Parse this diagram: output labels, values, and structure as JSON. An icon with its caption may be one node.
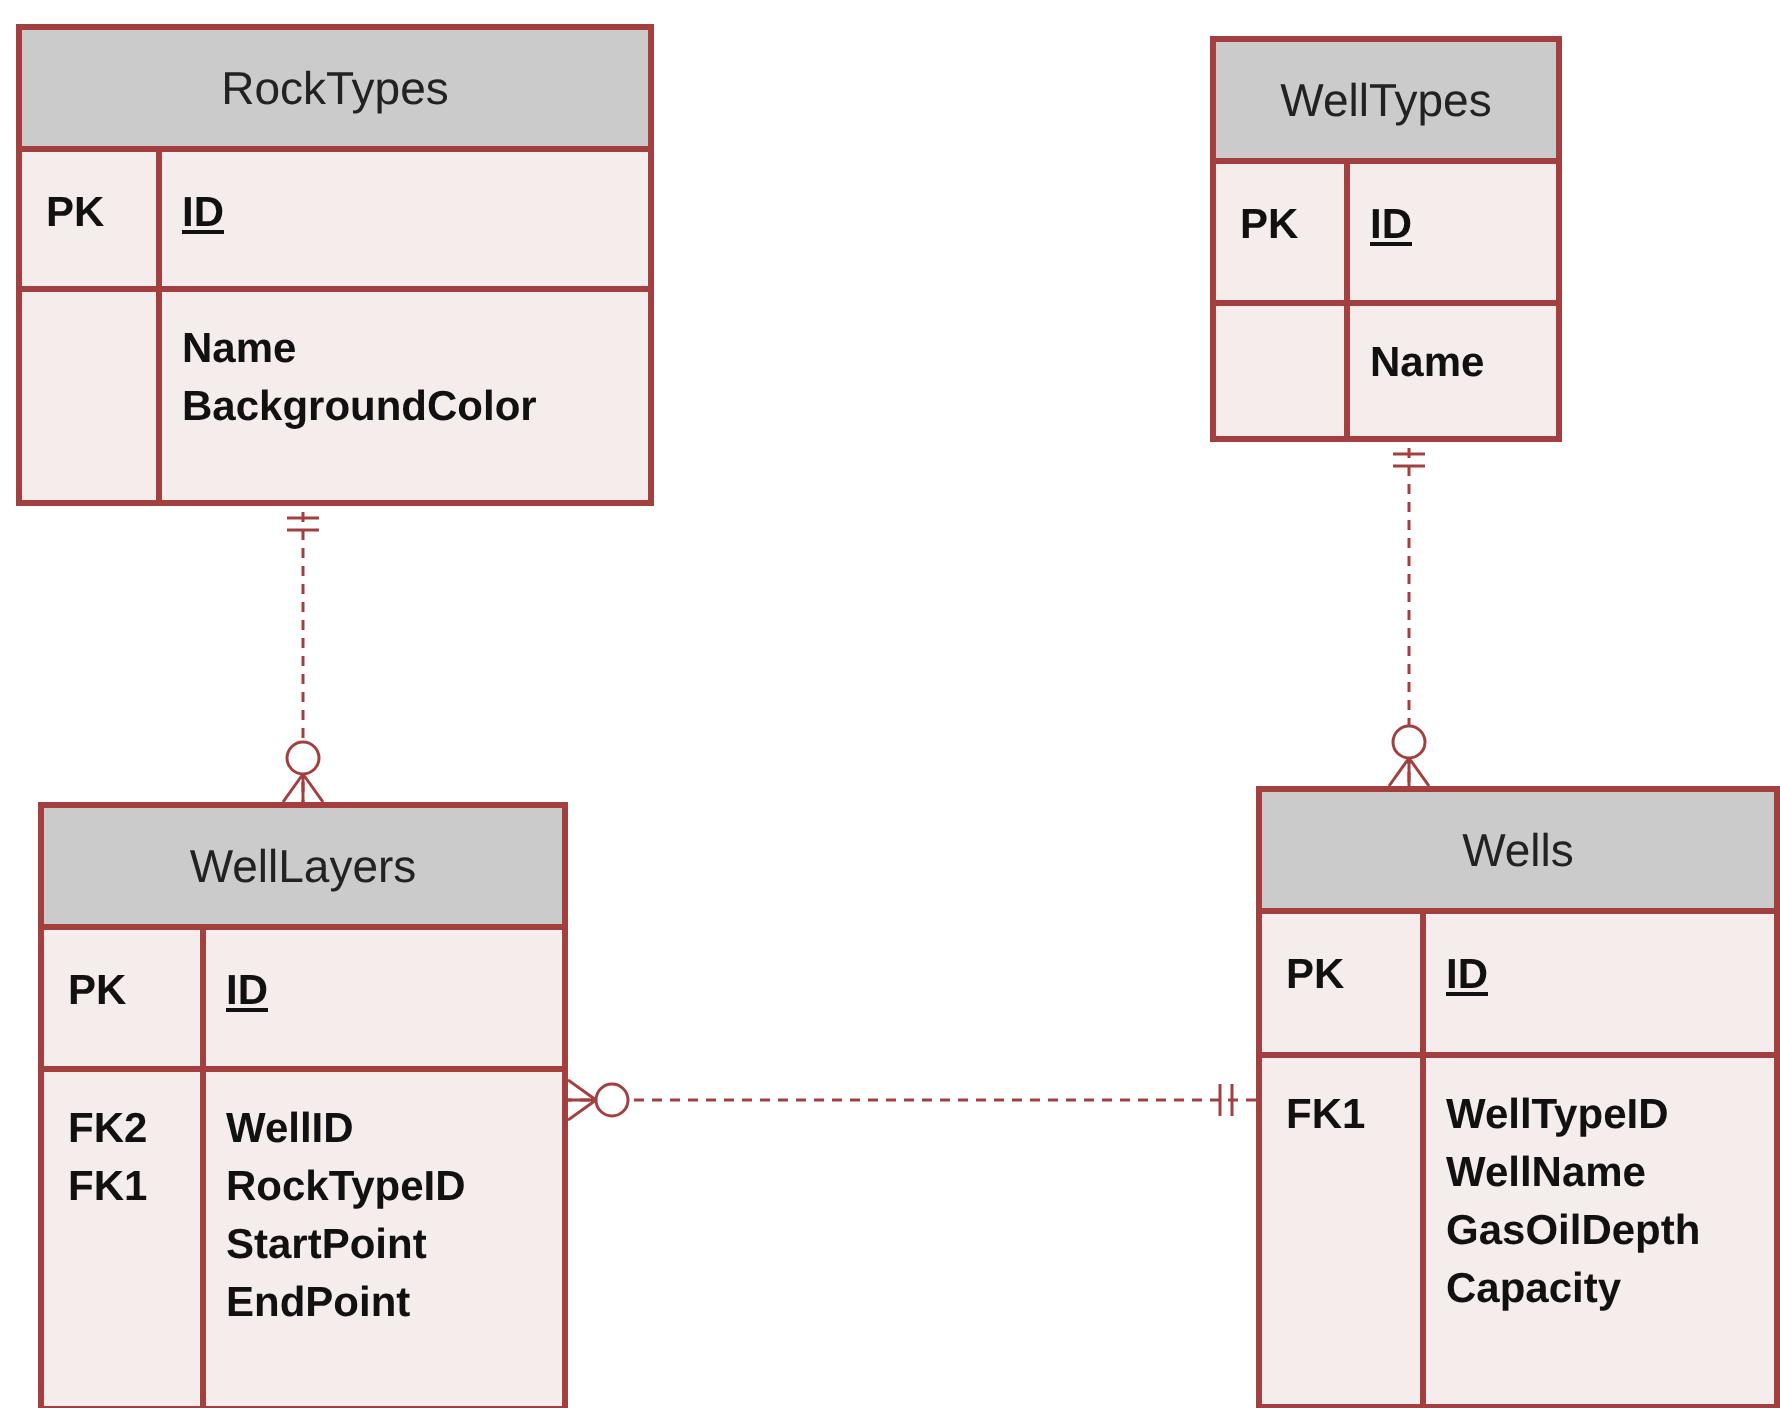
{
  "diagram": {
    "nodes": [
      {
        "text": [
          "RockTypes"
        ]
      },
      {
        "text": [
          "PK",
          "ID"
        ],
        "in": 0
      },
      {
        "text": [
          "Name BackgroundColor"
        ],
        "in": 0
      },
      {
        "text": [
          "WellTypes"
        ]
      },
      {
        "text": [
          "PK",
          "ID"
        ],
        "in": 3
      },
      {
        "text": [
          "Name"
        ],
        "in": 3
      },
      {
        "text": [
          "WellLayers"
        ]
      },
      {
        "text": [
          "PK",
          "ID"
        ],
        "in": 6
      },
      {
        "text": [
          "FK2 FK1",
          "WellID RockTypeID StartPoint EndPoint"
        ],
        "in": 6
      },
      {
        "text": [
          "Wells"
        ]
      },
      {
        "text": [
          "PK",
          "ID"
        ],
        "in": 9
      },
      {
        "text": [
          "FK1",
          "WellTypeID WellName GasOilDepth Capacity"
        ],
        "in": 9
      }
    ],
    "edges": [
      {
        "from": 0,
        "to": 6,
        "arrow": "other",
        "style": "dashed"
      },
      {
        "from": 3,
        "to": 9,
        "arrow": "other",
        "style": "dashed"
      },
      {
        "from": 9,
        "to": 6,
        "arrow": "other",
        "style": "dashed"
      }
    ]
  }
}
